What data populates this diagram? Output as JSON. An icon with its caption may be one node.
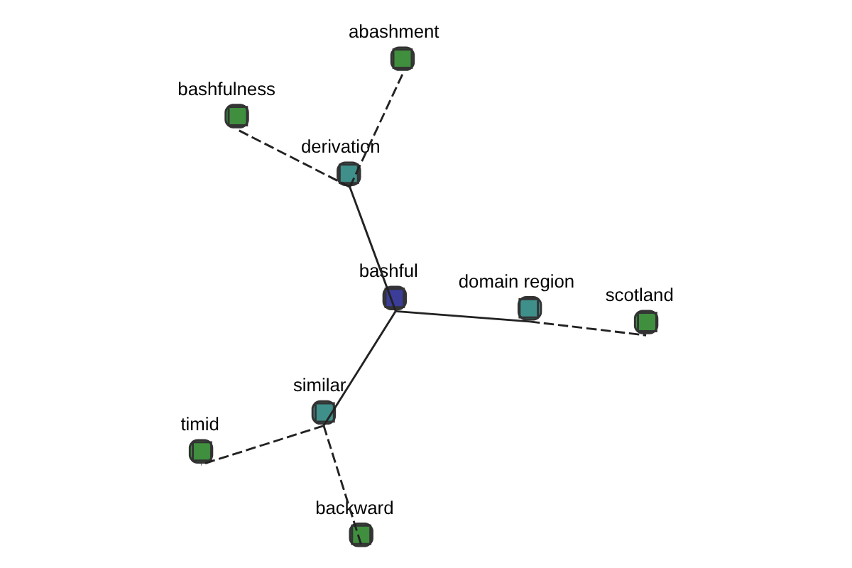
{
  "diagram": {
    "nodes": [
      {
        "text": [
          "bashful"
        ]
      },
      {
        "text": [
          "domain region"
        ]
      },
      {
        "text": [
          "scotland"
        ]
      },
      {
        "text": [
          "derivation"
        ]
      },
      {
        "text": [
          "abashment"
        ]
      },
      {
        "text": [
          "bashfulness"
        ]
      },
      {
        "text": [
          "similar"
        ]
      },
      {
        "text": [
          "backward"
        ]
      },
      {
        "text": [
          "timid"
        ]
      }
    ],
    "edges": [
      {
        "from": 0,
        "to": 1,
        "arrow": "none"
      },
      {
        "from": 1,
        "to": 2,
        "arrow": "none",
        "style": "dashed"
      },
      {
        "from": 0,
        "to": 3,
        "arrow": "none"
      },
      {
        "from": 3,
        "to": 4,
        "arrow": "none",
        "style": "dashed"
      },
      {
        "from": 3,
        "to": 5,
        "arrow": "none",
        "style": "dashed"
      },
      {
        "from": 0,
        "to": 6,
        "arrow": "none"
      },
      {
        "from": 6,
        "to": 7,
        "arrow": "none",
        "style": "dashed"
      },
      {
        "from": 6,
        "to": 8,
        "arrow": "none",
        "style": "dashed"
      }
    ]
  }
}
